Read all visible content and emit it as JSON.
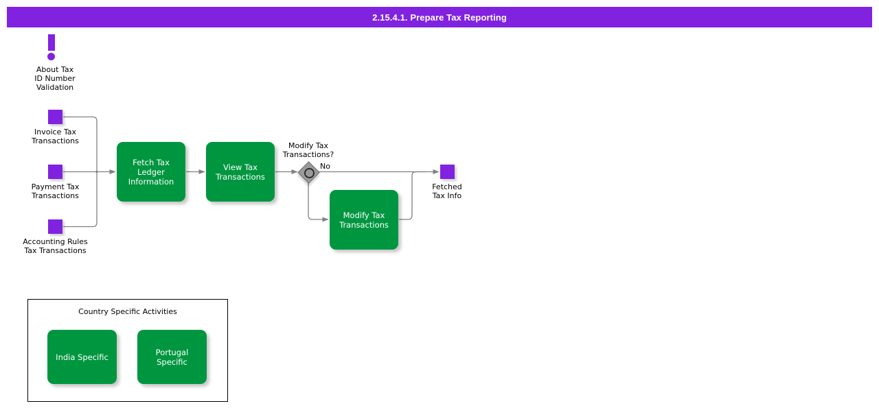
{
  "header": {
    "title": "2.15.4.1. Prepare Tax Reporting",
    "background_color": "#8022e0",
    "text_color": "#ffffff"
  },
  "palette": {
    "purple": "#8022e0",
    "green": "#009640",
    "gateway_gray": "#9a9a9a",
    "connector": "#808080",
    "text_dark": "#000000",
    "text_light": "#ffffff"
  },
  "annotation": {
    "icon": "exclamation-icon",
    "label": "About Tax\nID Number\nValidation"
  },
  "data_objects": [
    {
      "name": "invoice-tax-transactions",
      "label": "Invoice Tax\nTransactions"
    },
    {
      "name": "payment-tax-transactions",
      "label": "Payment Tax\nTransactions"
    },
    {
      "name": "accounting-rules-tax-transactions",
      "label": "Accounting Rules\nTax Transactions"
    },
    {
      "name": "fetched-tax-info",
      "label": "Fetched\nTax Info"
    }
  ],
  "tasks": [
    {
      "name": "fetch-tax-ledger-information",
      "label": "Fetch Tax\nLedger\nInformation"
    },
    {
      "name": "view-tax-transactions",
      "label": "View Tax\nTransactions"
    },
    {
      "name": "modify-tax-transactions",
      "label": "Modify Tax\nTransactions"
    },
    {
      "name": "india-specific",
      "label": "India Specific"
    },
    {
      "name": "portugal-specific",
      "label": "Portugal Specific"
    }
  ],
  "gateway": {
    "name": "modify-tax-transactions-gateway",
    "question": "Modify Tax\nTransactions?",
    "branch_label_no": "No",
    "type": "inclusive"
  },
  "group": {
    "title": "Country Specific Activities"
  }
}
